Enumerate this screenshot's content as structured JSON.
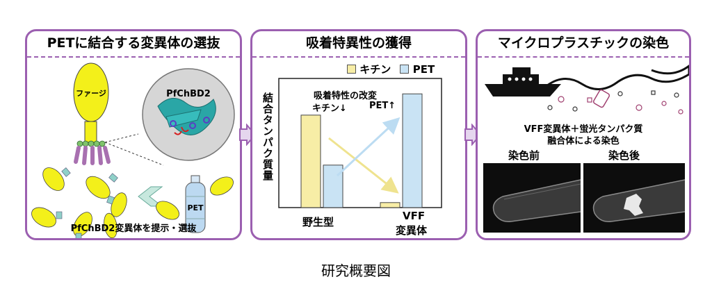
{
  "panel1": {
    "title": "PETに結合する変異体の選抜",
    "phage_label": "ファージ",
    "protein_label": "PfChBD2",
    "pet_label": "PET",
    "caption": "PfChBD2変異体を提示・選抜"
  },
  "panel2": {
    "title": "吸着特異性の獲得",
    "legend": [
      {
        "name": "キチン",
        "color": "#f7eda6"
      },
      {
        "name": "PET",
        "color": "#c9e3f4"
      }
    ],
    "ylabel": "結合タンパク質量",
    "note_line1": "吸着特性の改変",
    "note_line2_left": "キチン↓",
    "note_line2_right": "PET↑",
    "xlabel_left": "野生型",
    "xlabel_right_line1": "VFF",
    "xlabel_right_line2": "変異体"
  },
  "panel3": {
    "title": "マイクロプラスチックの染色",
    "desc_line1": "VFF変異体＋蛍光タンパク質",
    "desc_line2": "融合体による染色",
    "before_label": "染色前",
    "after_label": "染色後"
  },
  "caption": "研究概要図",
  "colors": {
    "border": "#9b5fb0",
    "arrow_fill": "#e5d6ee",
    "chitin": "#f7eda6",
    "pet": "#c9e3f4"
  },
  "chart_data": {
    "type": "bar",
    "categories": [
      "野生型",
      "VFF変異体"
    ],
    "series": [
      {
        "name": "キチン",
        "values": [
          0.74,
          0.04
        ]
      },
      {
        "name": "PET",
        "values": [
          0.34,
          0.91
        ]
      }
    ],
    "ylabel": "結合タンパク質量",
    "ylim": [
      0,
      1
    ],
    "legend_position": "top"
  }
}
